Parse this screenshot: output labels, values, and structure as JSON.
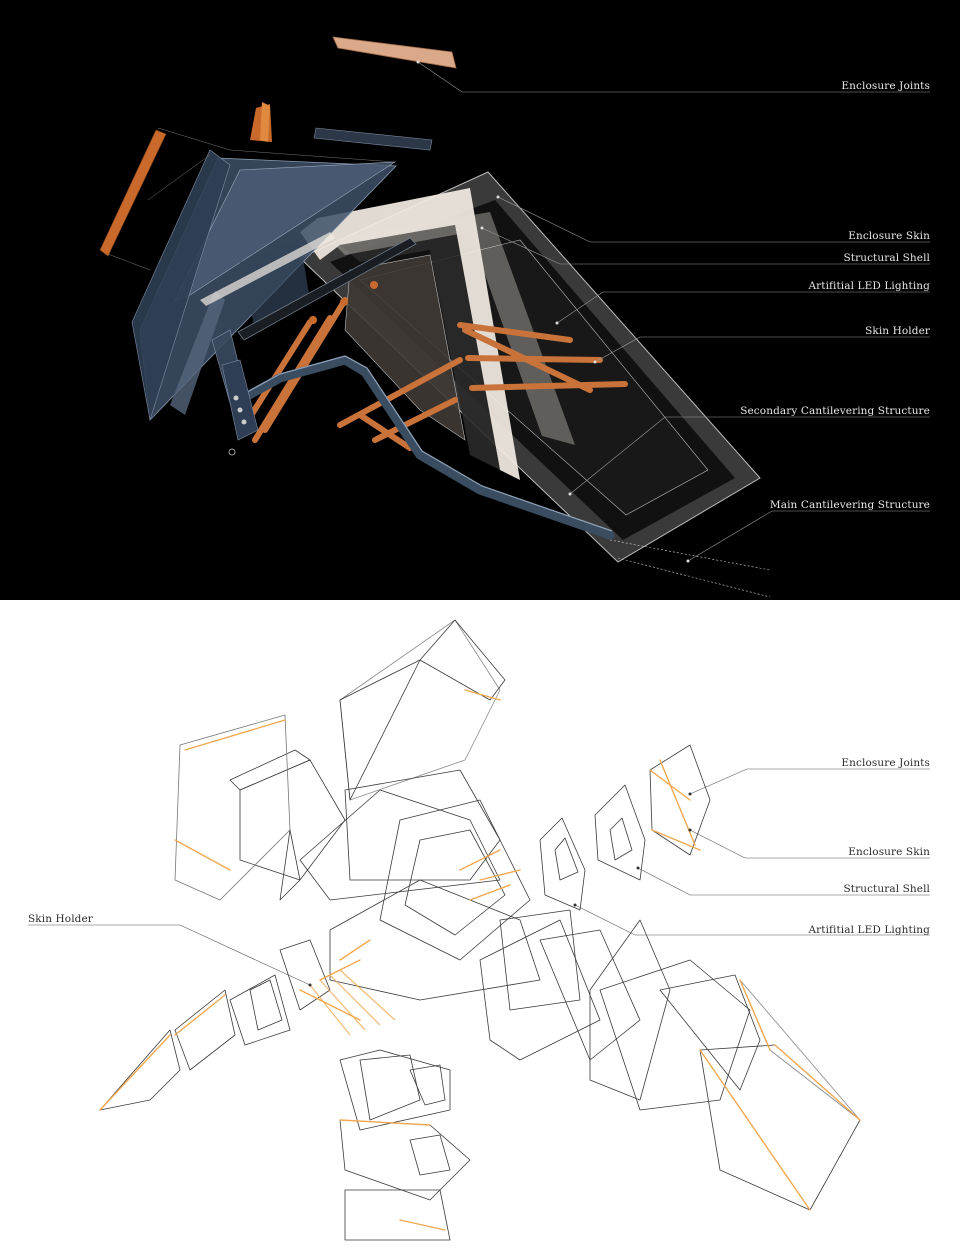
{
  "top_panel": {
    "labels": {
      "enclosure_joints": "Enclosure Joints",
      "enclosure_skin": "Enclosure Skin",
      "structural_shell": "Structural Shell",
      "led_lighting": "Artifitial LED Lighting",
      "skin_holder": "Skin Holder",
      "secondary_structure": "Secondary Cantilevering Structure",
      "main_structure": "Main Cantilevering Structure"
    },
    "colors": {
      "background": "#000000",
      "skin": "#3e5068",
      "joint": "#c96a2c",
      "led": "#f4ede4",
      "leader": "#9a9a9a"
    }
  },
  "bottom_panel": {
    "labels": {
      "enclosure_joints": "Enclosure Joints",
      "enclosure_skin": "Enclosure Skin",
      "structural_shell": "Structural Shell",
      "led_lighting": "Artifitial LED Lighting",
      "skin_holder": "Skin Holder"
    },
    "colors": {
      "background": "#ffffff",
      "line": "#3a3a3a",
      "joint": "#f0a850",
      "leader": "#555555"
    }
  }
}
